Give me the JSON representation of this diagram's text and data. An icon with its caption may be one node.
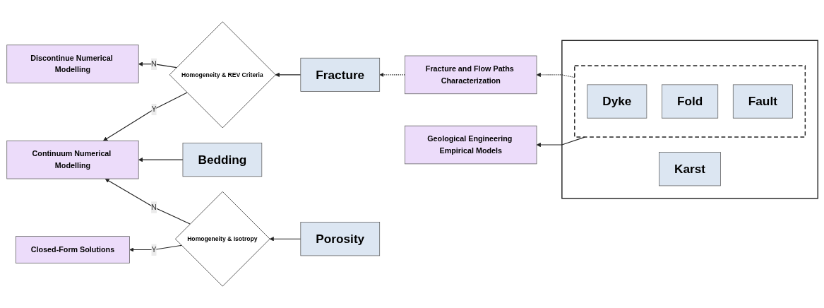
{
  "diagram": {
    "nodes": [
      {
        "text": [],
        "shape": "box"
      },
      {
        "text": [],
        "shape": "box",
        "in": 0
      },
      {
        "text": [
          "Dyke"
        ],
        "in": 1
      },
      {
        "text": [
          "Fold"
        ],
        "in": 1
      },
      {
        "text": [
          "Fault"
        ],
        "in": 1
      },
      {
        "text": [
          "Karst"
        ],
        "in": 0
      },
      {
        "text": [
          "Fracture and Flow Paths Characterization"
        ]
      },
      {
        "text": [
          "Discontinue Numerical Modelling"
        ]
      },
      {
        "text": [
          "Homogeneity & REV Criteria"
        ]
      },
      {
        "text": [
          "Fracture"
        ]
      },
      {
        "text": [
          "Geological Engineering Empirical Models"
        ]
      },
      {
        "text": [
          "Continuum Numerical Modelling"
        ]
      },
      {
        "text": [
          "Bedding"
        ]
      },
      {
        "text": [
          "Closed-Form Solutions"
        ]
      },
      {
        "text": [
          "Homogeneity & Isotropy"
        ]
      },
      {
        "text": [
          "Porosity"
        ]
      }
    ],
    "edges": [
      {
        "from": 1,
        "to": 6,
        "arrow": "to",
        "style": "dashed"
      },
      {
        "from": 6,
        "to": 9,
        "arrow": "to",
        "style": "dashed"
      },
      {
        "from": 1,
        "to": 10,
        "arrow": "to"
      },
      {
        "from": 9,
        "to": 8,
        "arrow": "to"
      },
      {
        "from": 8,
        "to": 7,
        "arrow": "to",
        "label": "N"
      },
      {
        "from": 8,
        "to": 11,
        "arrow": "to",
        "label": "Y"
      },
      {
        "from": 12,
        "to": 11,
        "arrow": "to"
      },
      {
        "from": 15,
        "to": 14,
        "arrow": "to"
      },
      {
        "from": 14,
        "to": 13,
        "arrow": "to",
        "label": "Y"
      },
      {
        "from": 14,
        "to": 11,
        "arrow": "to",
        "label": "N"
      }
    ]
  }
}
